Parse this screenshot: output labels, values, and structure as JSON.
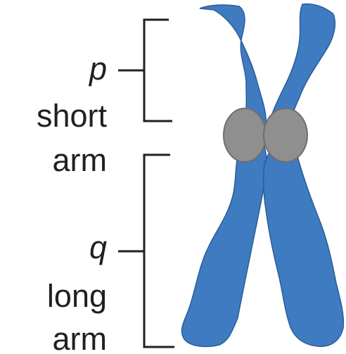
{
  "labels": {
    "p": {
      "letter": "p",
      "line1": "short",
      "line2": "arm"
    },
    "q": {
      "letter": "q",
      "line1": "long",
      "line2": "arm"
    }
  },
  "colors": {
    "chromatid": "#3f7bc1",
    "chromatid_outline": "#2a5c99",
    "centromere": "#8f8f8f",
    "centromere_outline": "#6f6f6f",
    "bracket": "#231f20",
    "text": "#231f20",
    "background": "#ffffff"
  }
}
